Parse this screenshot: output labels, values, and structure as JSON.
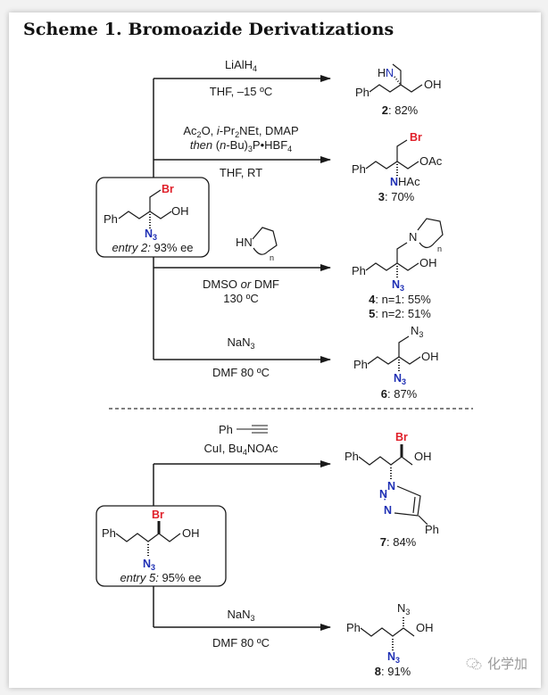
{
  "title": "Scheme 1. Bromoazide Derivatizations",
  "colors": {
    "bromine": "#e0202a",
    "nitrogen": "#1e2fb4",
    "text": "#1a1a1a"
  },
  "start_material_1": {
    "entry": "entry 2:",
    "ee": "93% ee",
    "ph": "Ph",
    "oh": "OH",
    "br": "Br",
    "n3": "N",
    "n3_sub": "3"
  },
  "start_material_2": {
    "entry": "entry 5:",
    "ee": "95% ee",
    "ph": "Ph",
    "oh": "OH",
    "br": "Br",
    "n3": "N",
    "n3_sub": "3"
  },
  "reactions": [
    {
      "above": [
        "LiAlH",
        "4"
      ],
      "below": "THF, –15 ºC",
      "product": {
        "number": "2",
        "yield": ": 82%",
        "ph": "Ph",
        "oh": "OH",
        "hn": "HN"
      }
    },
    {
      "above_line1": {
        "a": "Ac",
        "a_sub": "2",
        "b": "O, ",
        "c": "i",
        "d": "-Pr",
        "d_sub": "2",
        "e": "NEt, DMAP"
      },
      "above_line2": {
        "then": "then",
        "a": " (",
        "n": "n",
        "b": "-Bu)",
        "b_sub": "3",
        "c": "P•HBF",
        "c_sub": "4"
      },
      "below": "THF, RT",
      "product": {
        "number": "3",
        "yield": ": 70%",
        "ph": "Ph",
        "oac": "OAc",
        "br": "Br",
        "nhac_n": "N",
        "nhac_rest": "HAc"
      }
    },
    {
      "above": {
        "hn": "HN",
        "n": "n"
      },
      "below_line1": {
        "a": "DMSO ",
        "or": "or",
        "b": " DMF"
      },
      "below_line2": "130 ºC",
      "product": {
        "numbers": [
          {
            "number": "4",
            "text": ": n=1: 55%"
          },
          {
            "number": "5",
            "text": ": n=2: 51%"
          }
        ],
        "ph": "Ph",
        "oh": "OH",
        "n": "N",
        "ring_n": "n",
        "n3": "N",
        "n3_sub": "3"
      }
    },
    {
      "above": [
        "NaN",
        "3"
      ],
      "below": "DMF 80 ºC",
      "product": {
        "number": "6",
        "yield": ": 87%",
        "ph": "Ph",
        "oh": "OH",
        "n3_top": "N",
        "n3_top_sub": "3",
        "n3": "N",
        "n3_sub": "3"
      }
    },
    {
      "above_line1": "Ph",
      "above_line2": [
        "CuI, Bu",
        "4",
        "NOAc"
      ],
      "product": {
        "number": "7",
        "yield": ": 84%",
        "ph": "Ph",
        "oh": "OH",
        "br": "Br",
        "n1": "N",
        "n2": "N",
        "n3": "N",
        "ph2": "Ph"
      }
    },
    {
      "above": [
        "NaN",
        "3"
      ],
      "below": "DMF 80 ºC",
      "product": {
        "number": "8",
        "yield": ": 91%",
        "ph": "Ph",
        "oh": "OH",
        "n3_top": "N",
        "n3_top_sub": "3",
        "n3": "N",
        "n3_sub": "3"
      }
    }
  ],
  "watermark": {
    "icon": "wechat-icon",
    "text": "化学加"
  }
}
